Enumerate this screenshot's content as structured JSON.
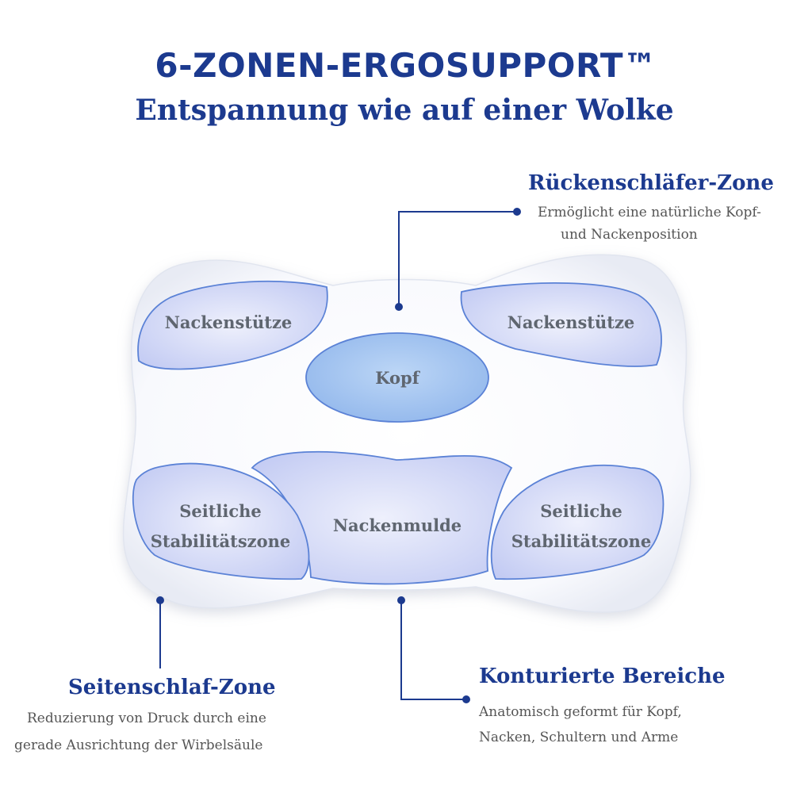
{
  "header": {
    "title": "6-ZONEN-ERGOSUPPORT™",
    "subtitle": "Entspannung wie auf einer Wolke"
  },
  "zones": {
    "neck_left": "Nackenstütze",
    "neck_right": "Nackenstütze",
    "head": "Kopf",
    "side_left_1": "Seitliche",
    "side_left_2": "Stabilitätszone",
    "neck_hollow": "Nackenmulde",
    "side_right_1": "Seitliche",
    "side_right_2": "Stabilitätszone"
  },
  "callouts": {
    "back_sleeper": {
      "title": "Rückenschläfer-Zone",
      "desc_line1": "Ermöglicht eine natürliche Kopf-",
      "desc_line2": "und Nackenposition"
    },
    "side_sleeper": {
      "title": "Seitenschlaf-Zone",
      "desc_line1": "Reduzierung von Druck durch eine",
      "desc_line2": "gerade Ausrichtung der Wirbelsäule"
    },
    "contoured": {
      "title": "Konturierte Bereiche",
      "desc_line1": "Anatomisch geformt für  Kopf,",
      "desc_line2": "Nacken, Schultern und Arme"
    }
  },
  "colors": {
    "brand": "#1c3a8f",
    "zone_fill": "#c7cef5",
    "zone_stroke": "#5b82d6",
    "head_fill": "#a6c8f2"
  }
}
